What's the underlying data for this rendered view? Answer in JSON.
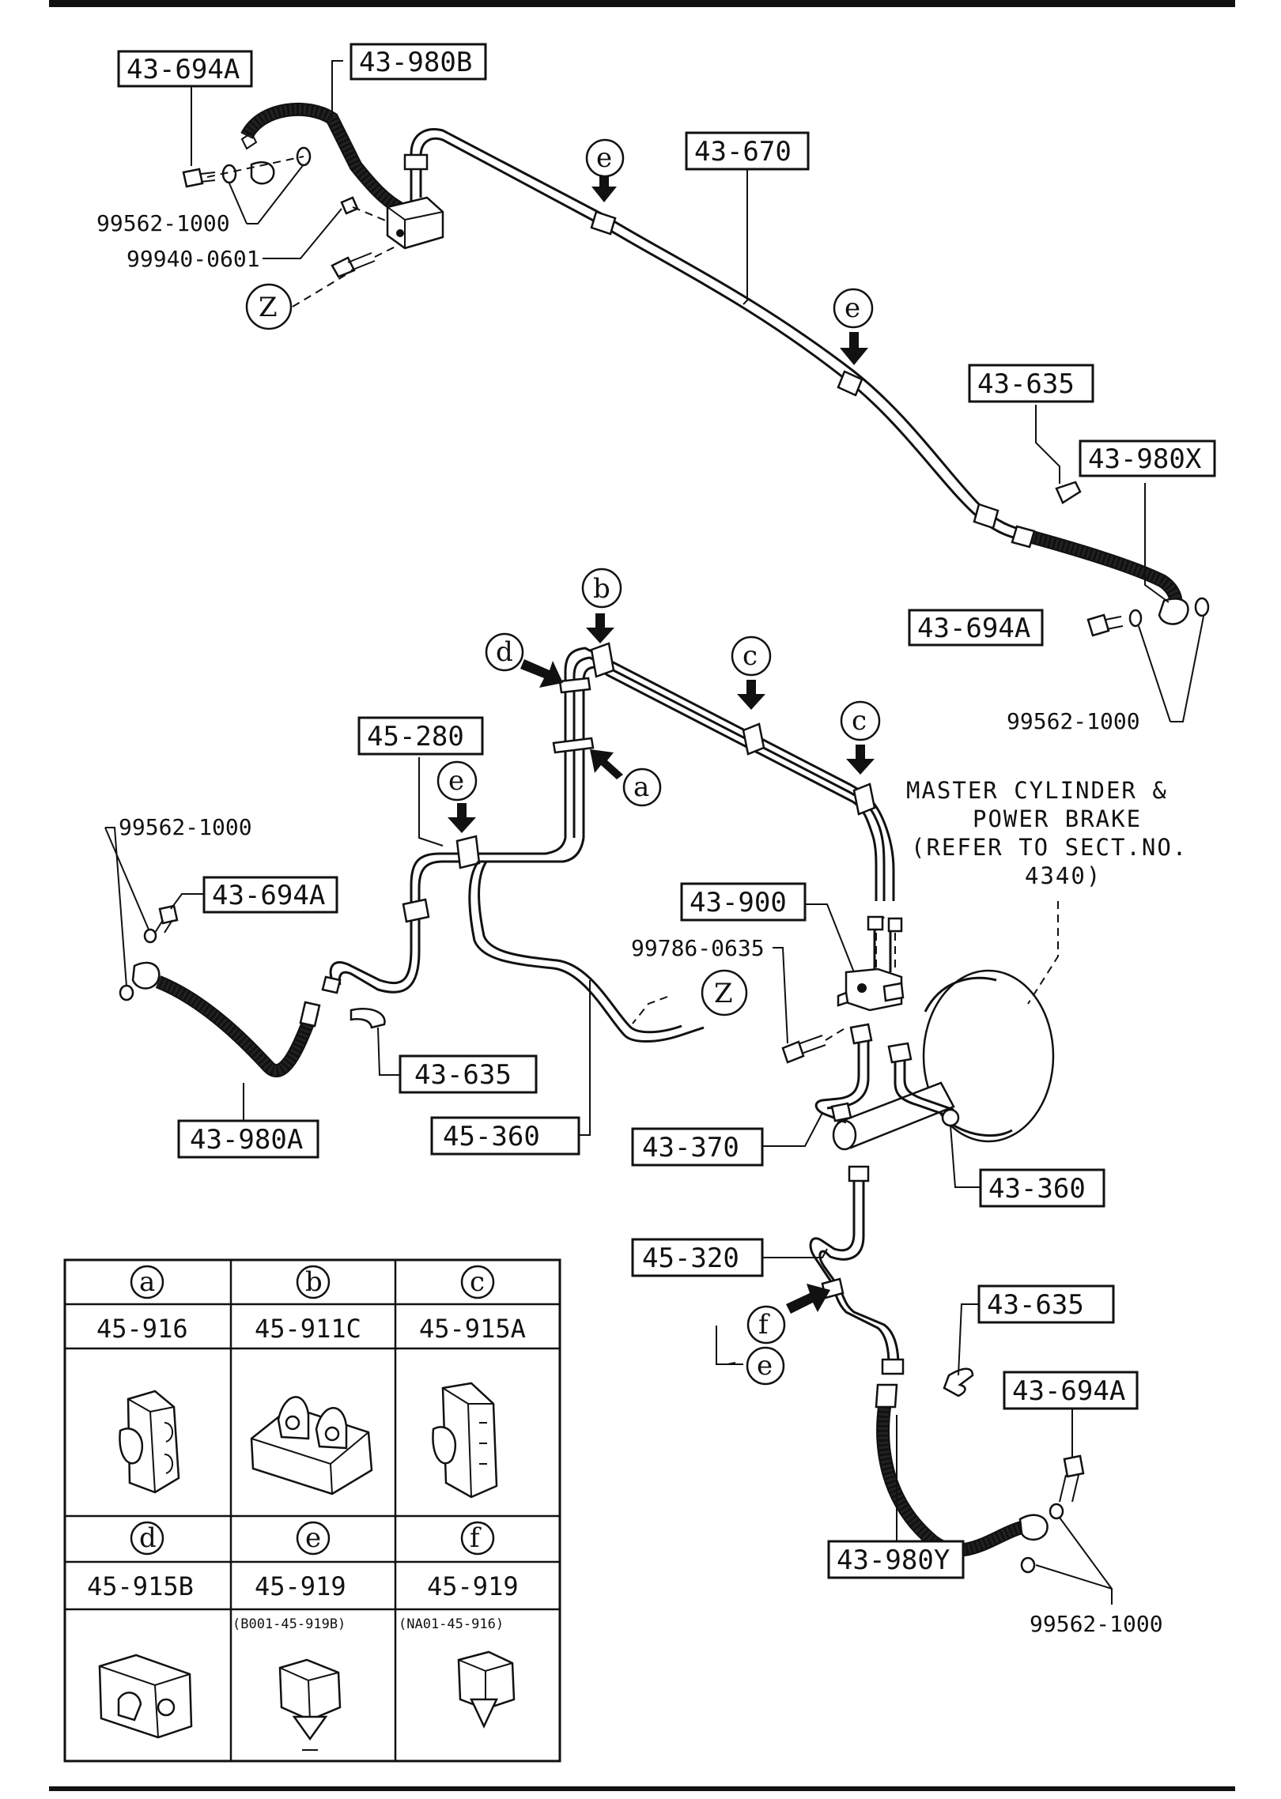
{
  "labels": {
    "p43_694A_1": "43-694A",
    "p43_980B": "43-980B",
    "p99562_1": "99562-1000",
    "p99940": "99940-0601",
    "p43_670": "43-670",
    "p43_635_1": "43-635",
    "p43_980X": "43-980X",
    "p43_694A_2": "43-694A",
    "p99562_2": "99562-1000",
    "p45_280": "45-280",
    "p99562_3": "99562-1000",
    "p43_694A_3": "43-694A",
    "p43_635_2": "43-635",
    "p43_980A": "43-980A",
    "p45_360": "45-360",
    "p43_900": "43-900",
    "p99786": "99786-0635",
    "p43_370": "43-370",
    "p43_360": "43-360",
    "p45_320": "45-320",
    "p43_635_3": "43-635",
    "p43_694A_4": "43-694A",
    "p43_980Y": "43-980Y",
    "p99562_4": "99562-1000"
  },
  "callouts": {
    "z": "Z",
    "a": "a",
    "b": "b",
    "c": "c",
    "d": "d",
    "e": "e",
    "f": "f"
  },
  "master_note": {
    "line1": "MASTER CYLINDER &",
    "line2": "POWER BRAKE",
    "line3": "(REFER TO SECT.NO.",
    "line4": "4340)"
  },
  "clip_table": {
    "row1": [
      {
        "letter": "a",
        "part": "45-916"
      },
      {
        "letter": "b",
        "part": "45-911C"
      },
      {
        "letter": "c",
        "part": "45-915A"
      }
    ],
    "row2": [
      {
        "letter": "d",
        "part": "45-915B"
      },
      {
        "letter": "e",
        "part": "45-919",
        "sub": "(B001-45-919B)"
      },
      {
        "letter": "f",
        "part": "45-919",
        "sub": "(NA01-45-916)"
      }
    ]
  }
}
